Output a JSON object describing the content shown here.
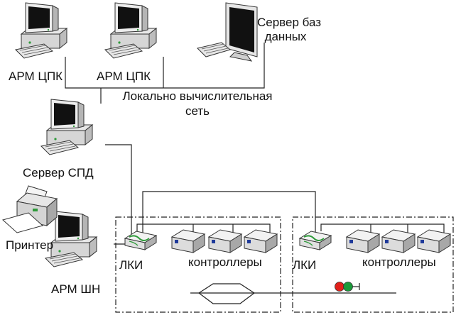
{
  "labels": {
    "arm_cpk_1": "АРМ ЦПК",
    "arm_cpk_2": "АРМ ЦПК",
    "db_server_line1": "Сервер баз",
    "db_server_line2": "данных",
    "lan_line1": "Локально вычислительная",
    "lan_line2": "сеть",
    "spd_server": "Сервер СПД",
    "printer": "Принтер",
    "arm_shn": "АРМ ШН",
    "lki_1": "ЛКИ",
    "lki_2": "ЛКИ",
    "controllers_1": "контроллеры",
    "controllers_2": "контроллеры"
  },
  "colors": {
    "signal_red": "#e0201a",
    "signal_green": "#1a9a3a",
    "link_green": "#2e9a3a",
    "line": "#222222"
  }
}
